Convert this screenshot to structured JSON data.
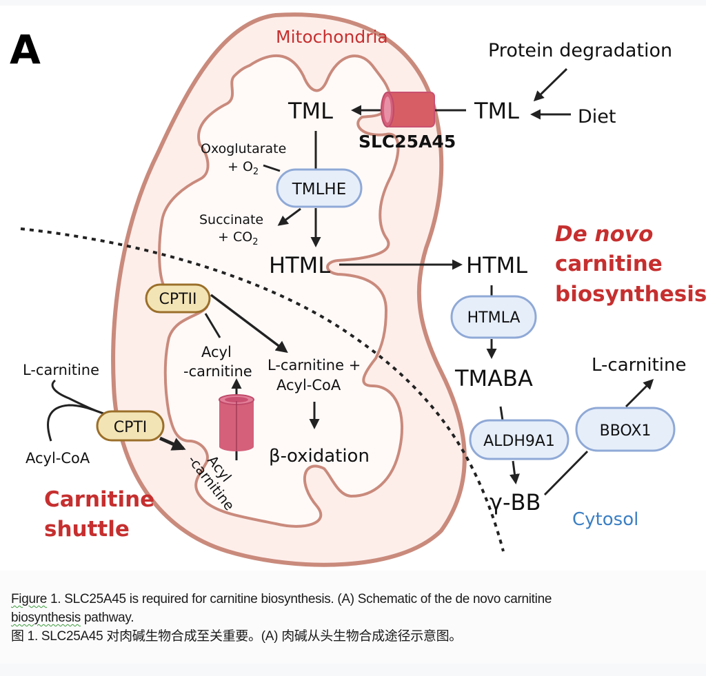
{
  "figure": {
    "panel_label": "A",
    "compartments": {
      "mitochondria": "Mitochondria",
      "cytosol": "Cytosol"
    },
    "section_titles": {
      "de_novo_line1": "De novo",
      "de_novo_line2": "carnitine",
      "de_novo_line3": "biosynthesis",
      "shuttle_line1": "Carnitine",
      "shuttle_line2": "shuttle"
    },
    "sources": {
      "protein_degradation": "Protein degradation",
      "diet": "Diet"
    },
    "metabolites": {
      "tml_cytosol": "TML",
      "tml_mito": "TML",
      "html_mito": "HTML",
      "html_cytosol": "HTML",
      "tmaba": "TMABA",
      "gamma_bb": "γ-BB",
      "l_carnitine_product": "L-carnitine",
      "oxoglutarate": "Oxoglutarate",
      "plus_o2": "+ O",
      "o2_sub": "2",
      "succinate": "Succinate",
      "plus_co2": "+ CO",
      "co2_sub": "2",
      "l_carnitine_in": "L-carnitine",
      "acyl_coa_in": "Acyl-CoA",
      "acyl_carnitine_ims_1": "Acyl",
      "acyl_carnitine_ims_2": "-carnitine",
      "acyl_carnitine_matrix_1": "Acyl",
      "acyl_carnitine_matrix_2": "-carnitine",
      "lcarn_acylcoa_1": "L-carnitine +",
      "lcarn_acylcoa_2": "Acyl-CoA",
      "beta_oxidation": "β-oxidation"
    },
    "transporters": {
      "slc25a45": "SLC25A45"
    },
    "enzymes": {
      "tmlhe": "TMLHE",
      "htmla": "HTMLA",
      "aldh9a1": "ALDH9A1",
      "bbox1": "BBOX1",
      "cpt1": "CPTI",
      "cpt2": "CPTII"
    },
    "colors": {
      "membrane": "#c98a7c",
      "mito_fill": "#fdeeea",
      "title_red": "#c62f2f",
      "cytosol_blue": "#3b7fc4",
      "enzyme_blue_fill": "#e6eefa",
      "enzyme_blue_stroke": "#8fa9d6",
      "enzyme_tan_fill": "#f3e4b5",
      "enzyme_tan_stroke": "#9b6f2a",
      "transporter_pink": "#d4607a",
      "transporter_red": "#d75e64"
    }
  },
  "caption": {
    "en_word1": "Figure",
    "en_line1_rest": " 1. SLC25A45 is required for carnitine biosynthesis. (A) Schematic of the de novo carnitine",
    "en_line2_word": "biosynthesis",
    "en_line2_rest": " pathway.",
    "zh_line": "图 1. SLC25A45 对肉碱生物合成至关重要。(A) 肉碱从头生物合成途径示意图。"
  }
}
